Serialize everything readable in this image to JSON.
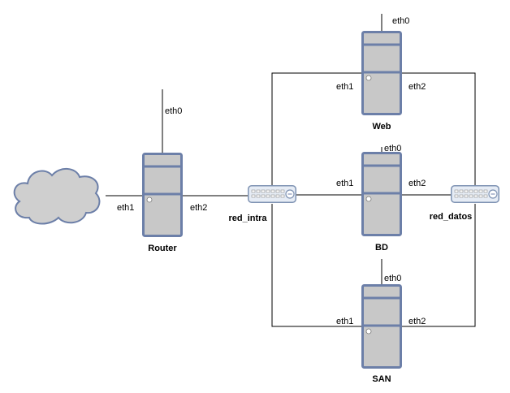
{
  "colors": {
    "server_fill": "#c8c8c8",
    "server_stroke": "#6c7fa8",
    "switch_fill": "#e6ecf5",
    "cloud_fill": "#cfcfcf",
    "line": "#000000"
  },
  "icons": {
    "cloud": "cloud-icon",
    "server": "server-icon",
    "switch": "network-switch-icon"
  },
  "nodes": {
    "internet": {},
    "router": {
      "label": "Router",
      "ifaces": {
        "eth0": "eth0",
        "eth1": "eth1",
        "eth2": "eth2"
      }
    },
    "web": {
      "label": "Web",
      "ifaces": {
        "eth0": "eth0",
        "eth1": "eth1",
        "eth2": "eth2"
      }
    },
    "bd": {
      "label": "BD",
      "ifaces": {
        "eth0": "eth0",
        "eth1": "eth1",
        "eth2": "eth2"
      }
    },
    "san": {
      "label": "SAN",
      "ifaces": {
        "eth0": "eth0",
        "eth1": "eth1",
        "eth2": "eth2"
      }
    },
    "red_intra": {
      "label": "red_intra"
    },
    "red_datos": {
      "label": "red_datos"
    }
  },
  "links": [
    {
      "from": "internet",
      "to": "router",
      "iface": "eth1"
    },
    {
      "from": "router",
      "to": "red_intra",
      "iface": "eth2"
    },
    {
      "from": "red_intra",
      "to": "web",
      "iface": "eth1"
    },
    {
      "from": "red_intra",
      "to": "bd",
      "iface": "eth1"
    },
    {
      "from": "red_intra",
      "to": "san",
      "iface": "eth1"
    },
    {
      "from": "web",
      "to": "red_datos",
      "iface": "eth2"
    },
    {
      "from": "bd",
      "to": "red_datos",
      "iface": "eth2"
    },
    {
      "from": "san",
      "to": "red_datos",
      "iface": "eth2"
    }
  ]
}
